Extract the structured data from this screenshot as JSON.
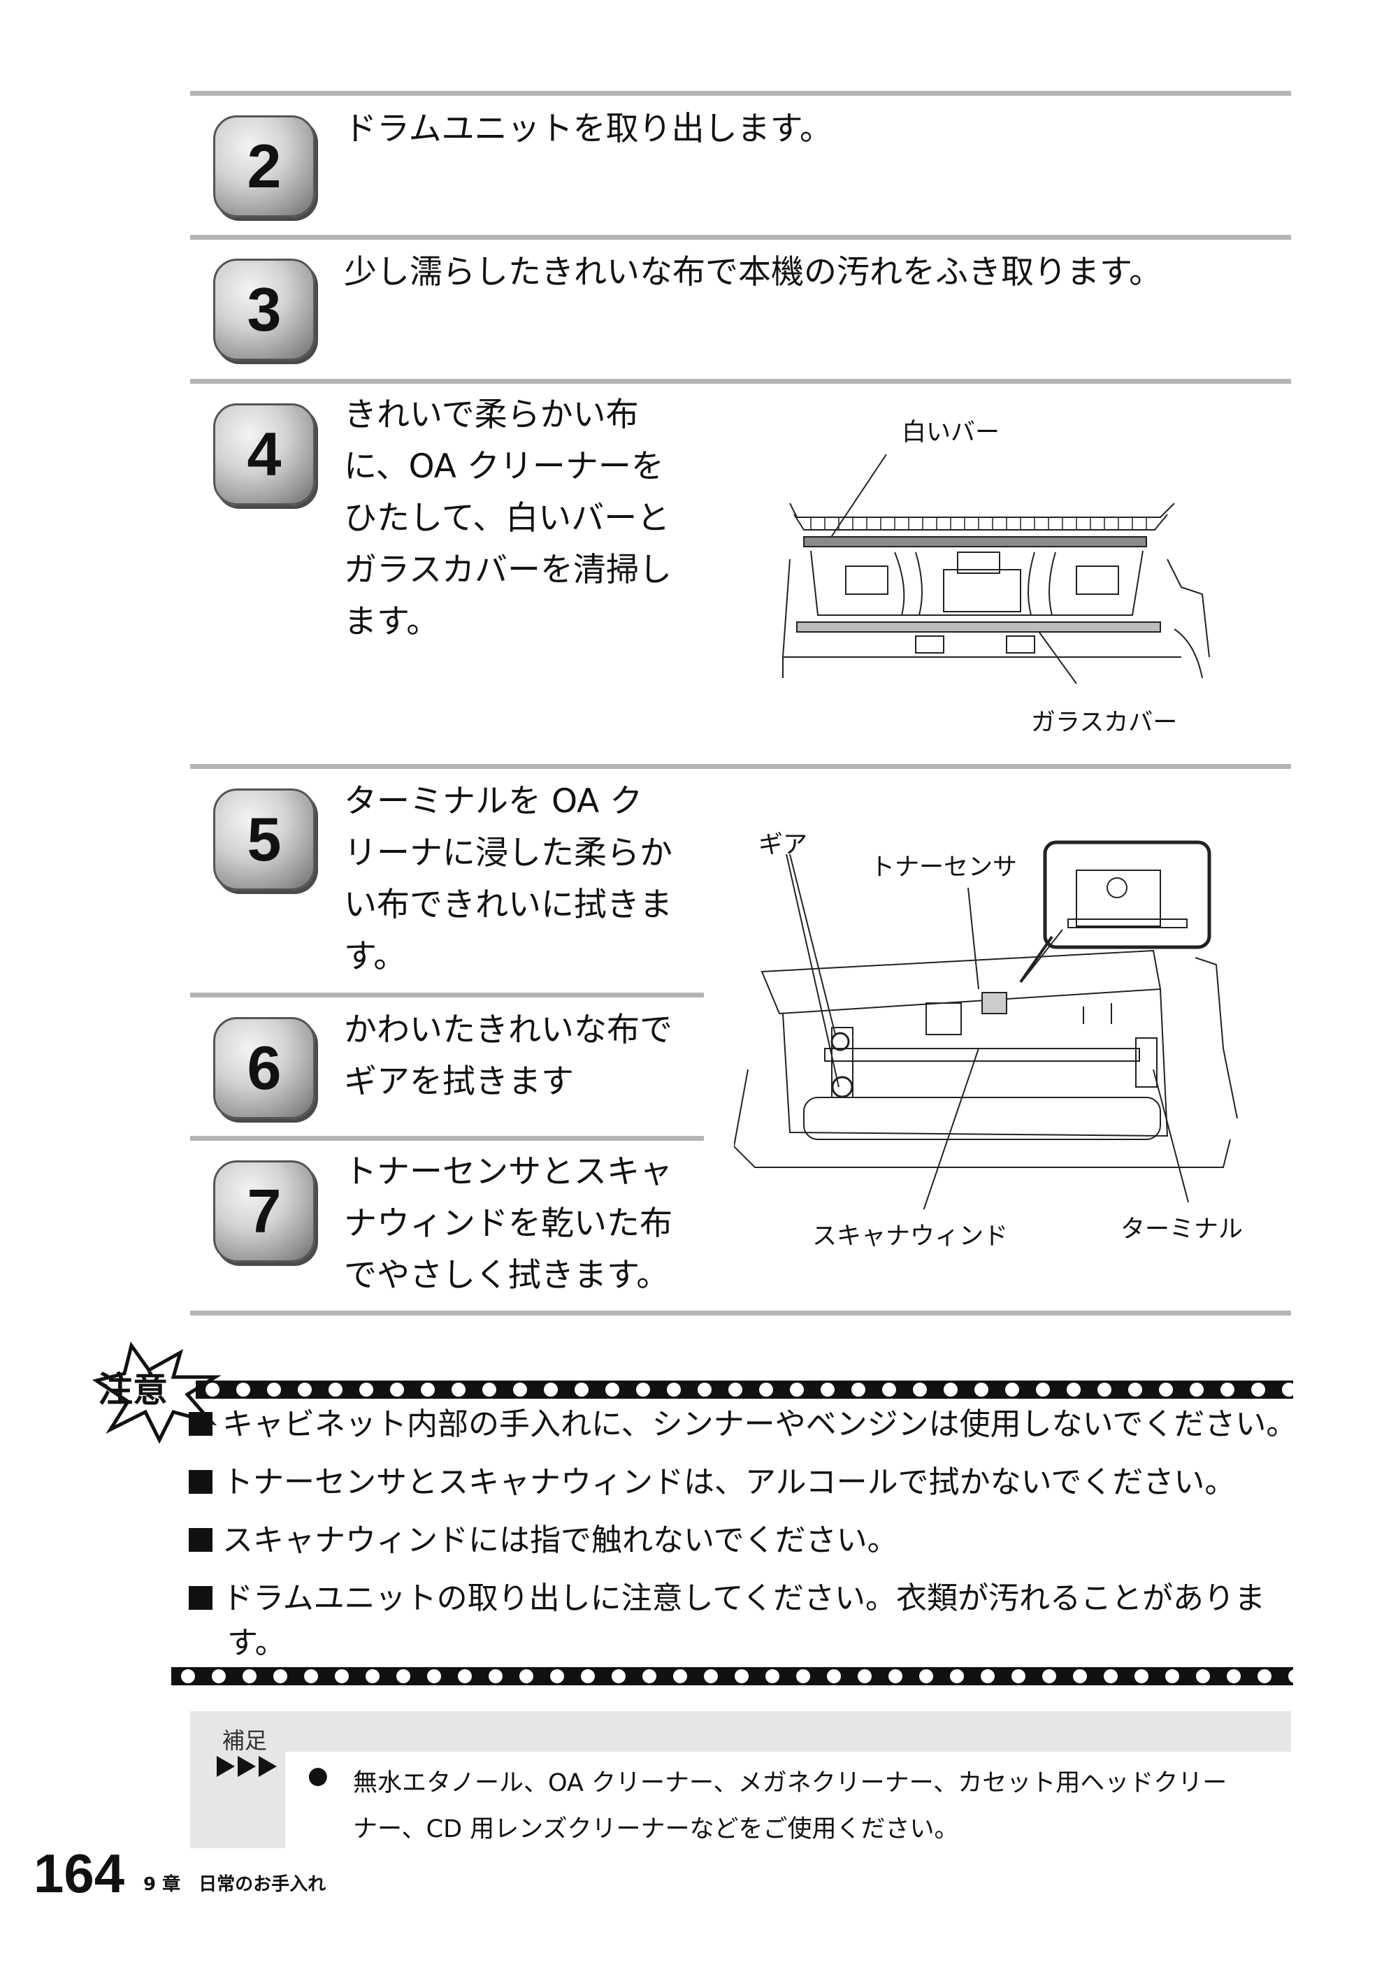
{
  "steps": [
    {
      "num": "2",
      "text": "ドラムユニットを取り出します。"
    },
    {
      "num": "3",
      "text": "少し濡らしたきれいな布で本機の汚れをふき取ります。"
    },
    {
      "num": "4",
      "lines": [
        "きれいで柔らかい布",
        "に、OA クリーナーを",
        "ひたして、白いバーと",
        "ガラスカバーを清掃し",
        "ます。"
      ]
    },
    {
      "num": "5",
      "lines": [
        "ターミナルを OA ク",
        "リーナに浸した柔らか",
        "い布できれいに拭きま",
        "す。"
      ]
    },
    {
      "num": "6",
      "lines": [
        "かわいたきれいな布で",
        "ギアを拭きます"
      ]
    },
    {
      "num": "7",
      "lines": [
        "トナーセンサとスキャ",
        "ナウィンドを乾いた布",
        "でやさしく拭きます。"
      ]
    }
  ],
  "figure1": {
    "white_bar": "白いバー",
    "glass_cover": "ガラスカバー"
  },
  "figure2": {
    "gear": "ギア",
    "toner_sensor": "トナーセンサ",
    "scan_window": "スキャナウィンド",
    "terminal": "ターミナル"
  },
  "caution": {
    "label": "注意",
    "items": [
      "キャビネット内部の手入れに、シンナーやベンジンは使用しないでください。",
      "トナーセンサとスキャナウィンドは、アルコールで拭かないでください。",
      "スキャナウィンドには指で触れないでください。",
      "ドラムユニットの取り出しに注意してください。衣類が汚れることがありま"
    ],
    "item4_cont": "す。"
  },
  "supplement": {
    "label": "補足",
    "bullet": "●",
    "line1": "無水エタノール、OA クリーナー、メガネクリーナー、カセット用ヘッドクリー",
    "line2": "ナー、CD 用レンズクリーナーなどをご使用ください。"
  },
  "footer": {
    "page": "164",
    "chapter": "9 章　日常のお手入れ"
  }
}
